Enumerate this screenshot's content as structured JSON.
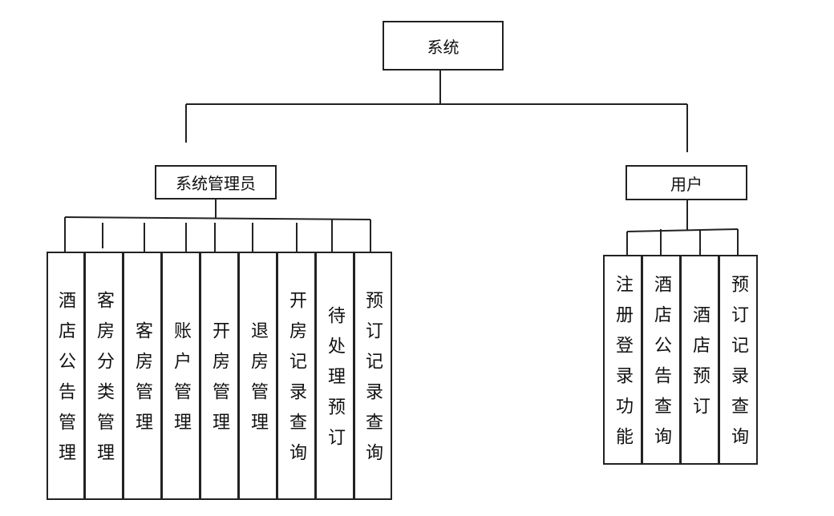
{
  "root": {
    "label": "系统"
  },
  "admin": {
    "label": "系统管理员",
    "children": [
      "酒店公告管理",
      "客房分类管理",
      "客房管理",
      "账户管理",
      "开房管理",
      "退房管理",
      "开房记录查询",
      "待处理预订",
      "预订记录查询"
    ]
  },
  "user": {
    "label": "用户",
    "children": [
      "注册登录功能",
      "酒店公告查询",
      "酒店预订",
      "预订记录查询"
    ]
  }
}
